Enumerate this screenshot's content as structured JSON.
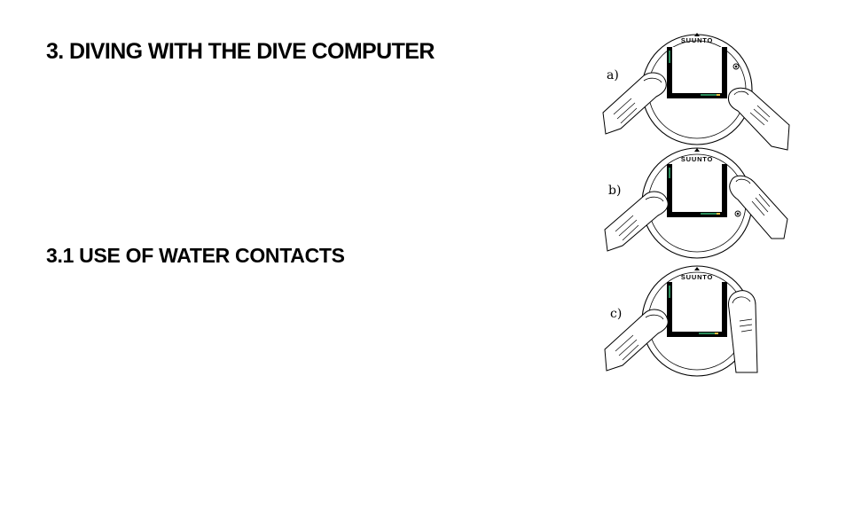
{
  "document": {
    "heading_main": "3. DIVING WITH THE DIVE COMPUTER",
    "heading_sub": "3.1 USE OF WATER CONTACTS"
  },
  "figures": [
    {
      "label": "a)",
      "brand": "SUUNTO",
      "gesture": "both thumbs on the sides of the display"
    },
    {
      "label": "b)",
      "brand": "SUUNTO",
      "gesture": "both thumbs on the sides of the display"
    },
    {
      "label": "c)",
      "brand": "SUUNTO",
      "gesture": "left thumb on the display, right finger pressing from below"
    }
  ],
  "icons": {
    "watch": "dive-computer-icon",
    "finger": "finger-icon"
  },
  "colors": {
    "text": "#000000",
    "background": "#ffffff",
    "display_accent_green": "#2a8a5a",
    "display_accent_yellow": "#e8c040"
  }
}
